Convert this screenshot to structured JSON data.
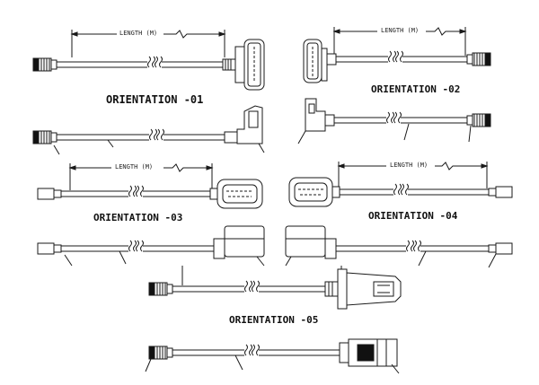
{
  "dimension_label": "LENGTH (M)",
  "orientations": {
    "o01": "ORIENTATION -01",
    "o02": "ORIENTATION -02",
    "o03": "ORIENTATION -03",
    "o04": "ORIENTATION -04",
    "o05": "ORIENTATION -05"
  },
  "colors": {
    "line": "#1a1a1a",
    "cable": "#555555",
    "fill": "#ffffff"
  }
}
